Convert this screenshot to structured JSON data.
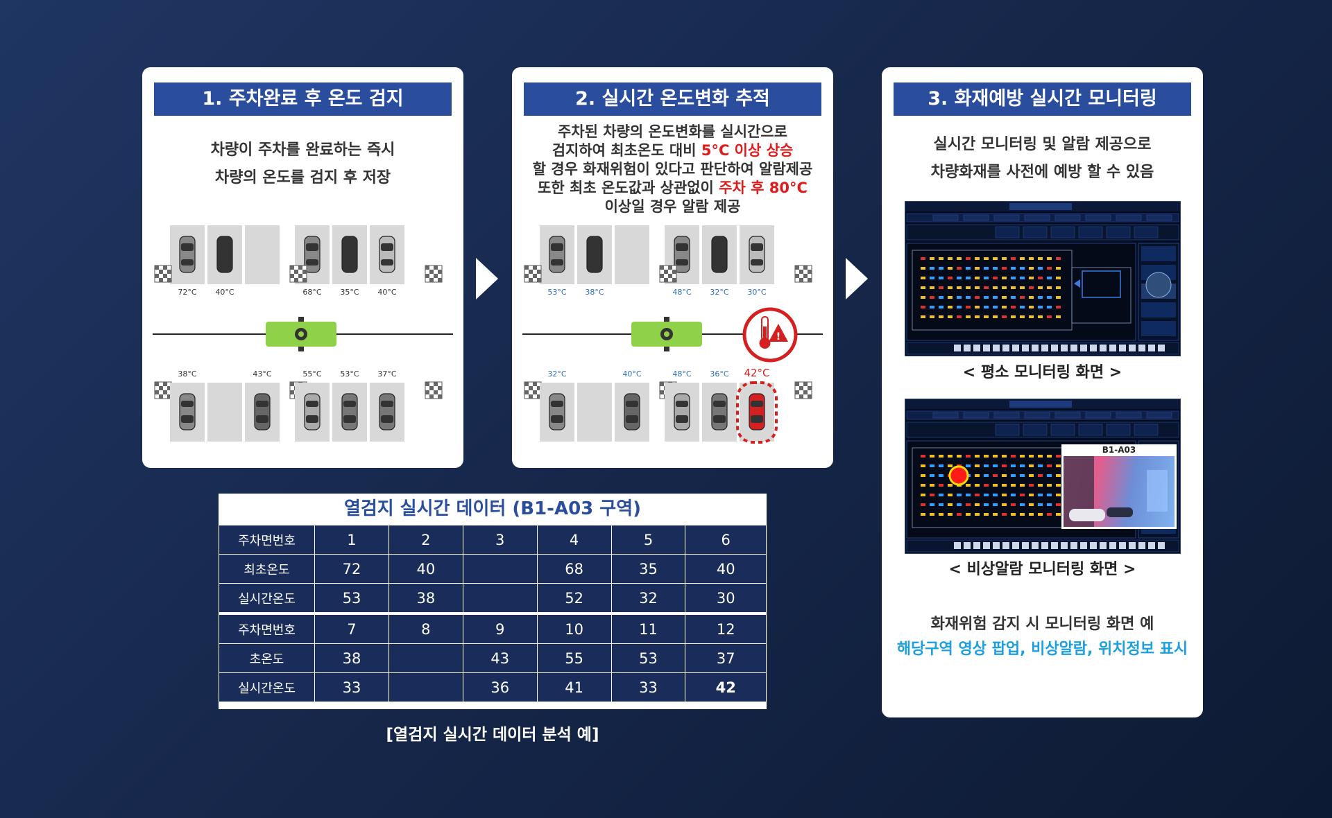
{
  "panel1": {
    "title": "1. 주차완료 후 온도 검지",
    "desc_lines": [
      "차량이 주차를 완료하는 즉시",
      "차량의 온도를 검지 후 저장"
    ],
    "top_temps": [
      "72°C",
      "40°C",
      "",
      "68°C",
      "35°C",
      "40°C"
    ],
    "bottom_temps": [
      "38°C",
      "",
      "43°C",
      "55°C",
      "53°C",
      "37°C"
    ]
  },
  "panel2": {
    "title": "2. 실시간 온도변화 추적",
    "line1": "주차된 차량의 온도변화를 실시간으로",
    "line2_a": "검지하여 최초온도 대비 ",
    "line2_red": "5°C 이상 상승",
    "line3": "할 경우 화재위험이 있다고 판단하여 알람제공",
    "line4_a": "또한 최초 온도값과 상관없이 ",
    "line4_red": "주차 후 80°C",
    "line5": "이상일 경우 알람 제공",
    "top_temps": [
      "53°C",
      "38°C",
      "",
      "48°C",
      "32°C",
      "30°C"
    ],
    "bottom_temps": [
      "32°C",
      "",
      "40°C",
      "48°C",
      "36°C",
      "42°C"
    ]
  },
  "panel3": {
    "title": "3. 화재예방 실시간 모니터링",
    "desc_lines": [
      "실시간 모니터링 및 알람 제공으로",
      "차량화재를 사전에 예방 할 수 있음"
    ],
    "shot1_caption": "< 평소 모니터링 화면 >",
    "shot2_caption": "< 비상알람 모니터링 화면 >",
    "popup_label": "B1-A03",
    "bottom_line1": "화재위험 감지 시 모니터링 화면 예",
    "bottom_line2": "해당구역 영상 팝업, 비상알람, 위치정보 표시"
  },
  "table": {
    "title": "열검지 실시간 데이터 (B1-A03 구역)",
    "rows": [
      {
        "label": "주차면번호",
        "cells": [
          "1",
          "2",
          "3",
          "4",
          "5",
          "6"
        ],
        "style": [
          "",
          "",
          "",
          "",
          "",
          ""
        ]
      },
      {
        "label": "최초온도",
        "cells": [
          "72",
          "40",
          "",
          "68",
          "35",
          "40"
        ],
        "style": [
          "",
          "",
          "",
          "",
          "",
          ""
        ]
      },
      {
        "label": "실시간온도",
        "cells": [
          "53",
          "38",
          "",
          "52",
          "32",
          "30"
        ],
        "style": [
          "y",
          "y",
          "",
          "y",
          "y",
          "y"
        ]
      },
      {
        "label": "주차면번호",
        "cells": [
          "7",
          "8",
          "9",
          "10",
          "11",
          "12"
        ],
        "style": [
          "",
          "",
          "",
          "",
          "",
          ""
        ]
      },
      {
        "label": "초온도",
        "cells": [
          "38",
          "",
          "43",
          "55",
          "53",
          "37"
        ],
        "style": [
          "",
          "",
          "",
          "",
          "",
          ""
        ]
      },
      {
        "label": "실시간온도",
        "cells": [
          "33",
          "",
          "36",
          "41",
          "33",
          "42"
        ],
        "style": [
          "y",
          "",
          "y",
          "y",
          "y",
          "r"
        ]
      }
    ],
    "caption": "[열검지 실시간 데이터 분석 예]"
  },
  "colors": {
    "header_blue": "#2b4d9e",
    "alert_red": "#e01b1b",
    "temp_blue": "#2b6cc4",
    "highlight_blue": "#1aa0e0",
    "table_bg": "#1a2d5a",
    "realtime_yellow": "#f4e64a"
  },
  "icons": [
    "thermometer-alert-icon",
    "camera-sensor-icon",
    "car-icon",
    "chevron-right-icon"
  ]
}
